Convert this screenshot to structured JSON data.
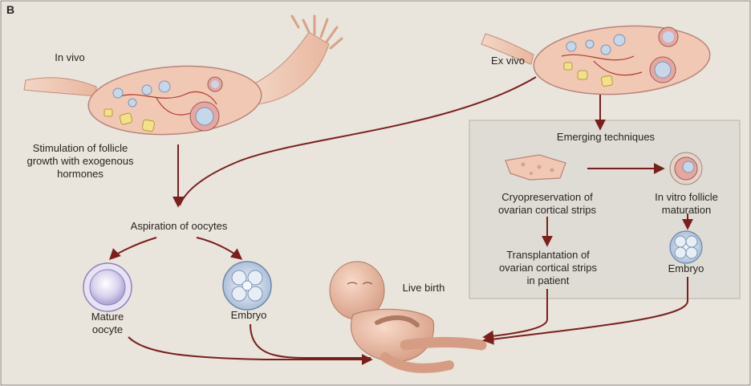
{
  "panel_label": "B",
  "labels": {
    "in_vivo": "In vivo",
    "ex_vivo": "Ex vivo",
    "stimulation": "Stimulation of follicle\ngrowth with exogenous\nhormones",
    "aspiration": "Aspiration of oocytes",
    "mature_oocyte": "Mature\noocyte",
    "embryo_left": "Embryo",
    "live_birth": "Live birth",
    "emerging": "Emerging techniques",
    "cryopreservation": "Cryopreservation of\novarian cortical strips",
    "ivf_maturation": "In vitro follicle\nmaturation",
    "transplantation": "Transplantation of\novarian cortical strips\nin patient",
    "embryo_right": "Embryo"
  },
  "colors": {
    "background": "#e9e4dc",
    "arrow": "#7a1f1c",
    "box": "#dedcd4",
    "tissue": "#f0c8b4",
    "follicle": "#c6d7ea"
  }
}
